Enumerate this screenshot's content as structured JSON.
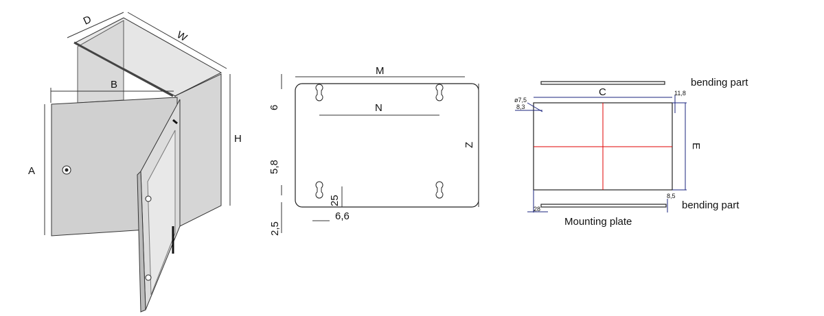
{
  "enclosure": {
    "labels": {
      "d": "D",
      "w": "W",
      "b": "B",
      "a": "A",
      "h": "H"
    }
  },
  "back_view": {
    "labels": {
      "m": "M",
      "n": "N",
      "z": "Z",
      "d6": "6",
      "d58": "5,8",
      "d25": "25",
      "d2_5": "2,5",
      "d66": "6,6"
    }
  },
  "mounting_plate": {
    "title": "Mounting plate",
    "bending_top": "bending part",
    "bending_bottom": "bending part",
    "labels": {
      "c": "C",
      "e": "E",
      "phi": "ø7,5",
      "d83": "8,3",
      "d118": "11,8",
      "d85": "8,5",
      "d28": "28"
    },
    "center_line_color": "#e00000"
  }
}
